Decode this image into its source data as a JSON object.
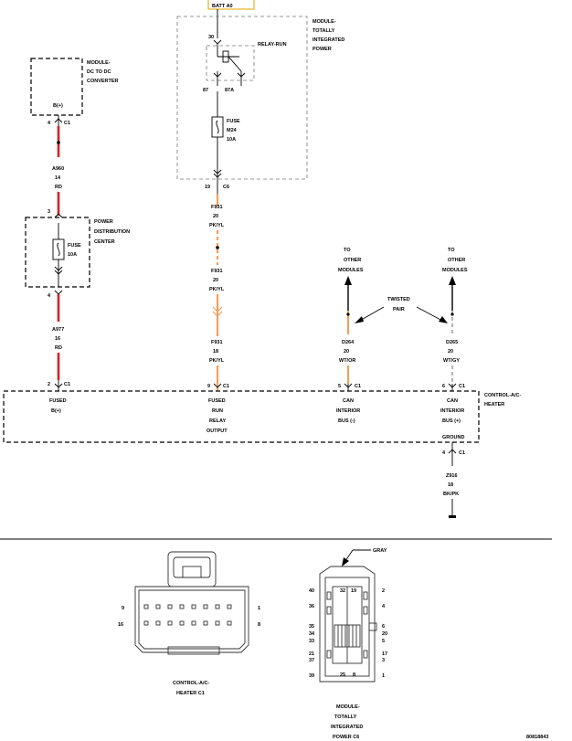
{
  "top_label": "BATT A0",
  "tip": {
    "name": [
      "MODULE-",
      "TOTALLY",
      "INTEGRATED",
      "POWER"
    ],
    "relay": "RELAY-RUN",
    "pin30": "30",
    "pin87": "87",
    "pin87a": "87A",
    "fuse": [
      "FUSE",
      "M24",
      "10A"
    ],
    "conn_pin": "19",
    "conn_name": "C6"
  },
  "dcdc": {
    "name": [
      "MODULE-",
      "DC TO DC",
      "CONVERTER"
    ],
    "pin_label": "B(+)",
    "pin": "4",
    "conn": "C1"
  },
  "wire_a960": [
    "A960",
    "14",
    "RD"
  ],
  "pdc": {
    "name": [
      "POWER",
      "DISTRIBUTION",
      "CENTER"
    ],
    "fuse": [
      "FUSE",
      "10A"
    ],
    "pin_top": "3",
    "pin_bot": "4"
  },
  "wire_a977": [
    "A977",
    "16",
    "RD"
  ],
  "wire_f931_a": [
    "F931",
    "20",
    "PK/YL"
  ],
  "wire_f931_b": [
    "F931",
    "20",
    "PK/YL"
  ],
  "wire_f931_c": [
    "F931",
    "18",
    "PK/YL"
  ],
  "to_other_1": [
    "TO",
    "OTHER",
    "MODULES"
  ],
  "to_other_2": [
    "TO",
    "OTHER",
    "MODULES"
  ],
  "twisted_pair": [
    "TWISTED",
    "PAIR"
  ],
  "wire_d264": [
    "D264",
    "20",
    "WT/OR"
  ],
  "wire_d265": [
    "D265",
    "20",
    "WT/GY"
  ],
  "hvac": {
    "name": [
      "CONTROL-A/C-",
      "HEATER"
    ],
    "pins": [
      {
        "num": "2",
        "conn": "C1",
        "label": [
          "FUSED",
          "B(+)"
        ]
      },
      {
        "num": "9",
        "conn": "C1",
        "label": [
          "FUSED",
          "RUN",
          "RELAY",
          "OUTPUT"
        ]
      },
      {
        "num": "5",
        "conn": "C1",
        "label": [
          "CAN",
          "INTERIOR",
          "BUS (-)"
        ]
      },
      {
        "num": "6",
        "conn": "C1",
        "label": [
          "CAN",
          "INTERIOR",
          "BUS (+)"
        ]
      }
    ],
    "ground_label": "GROUND",
    "ground_pin": "4",
    "ground_conn": "C1"
  },
  "wire_z916": [
    "Z916",
    "18",
    "BK/PK"
  ],
  "connector_c1": {
    "caption": [
      "CONTROL-A/C-",
      "HEATER C1"
    ],
    "left_top": "9",
    "left_bot": "16",
    "right_top": "1",
    "right_bot": "8"
  },
  "connector_c6": {
    "gray_label": "GRAY",
    "caption": [
      "MODULE-",
      "TOTALLY",
      "INTEGRATED",
      "POWER C6"
    ],
    "left_nums": [
      "40",
      "36",
      "35",
      "34",
      "33",
      "21",
      "37",
      "39"
    ],
    "right_nums": [
      "2",
      "4",
      "6",
      "20",
      "5",
      "17",
      "3",
      "1"
    ],
    "top_nums": [
      "32",
      "19"
    ],
    "bot_nums": [
      "25",
      "8"
    ]
  },
  "doc_id": "80818843"
}
